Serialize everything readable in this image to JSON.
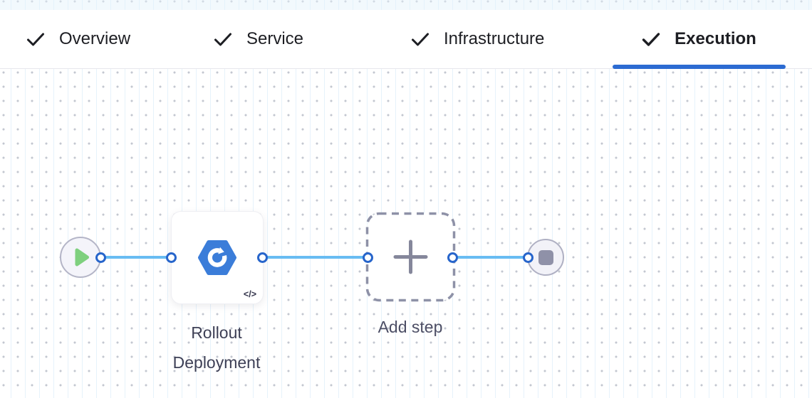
{
  "tabs": [
    {
      "label": "Overview",
      "checked": true,
      "active": false
    },
    {
      "label": "Service",
      "checked": true,
      "active": false
    },
    {
      "label": "Infrastructure",
      "checked": true,
      "active": false
    },
    {
      "label": "Execution",
      "checked": true,
      "active": true
    }
  ],
  "pipeline": {
    "start_node": {
      "icon": "play-icon"
    },
    "step": {
      "label": "Rollout Deployment",
      "icon": "kubernetes-rollout-icon",
      "badge": "</>"
    },
    "add_step": {
      "label": "Add step",
      "icon": "plus-icon"
    },
    "end_node": {
      "icon": "stop-icon"
    }
  },
  "colors": {
    "tab-accent": "#2C6BD2",
    "connector": "#68BCF2",
    "port-stroke": "#2765CB",
    "step-icon-blue": "#3B7DD9",
    "play-green": "#7ED07E",
    "stop-gray": "#8F91A8",
    "text-dark": "#1D1E23",
    "label-gray": "#3E4056"
  }
}
